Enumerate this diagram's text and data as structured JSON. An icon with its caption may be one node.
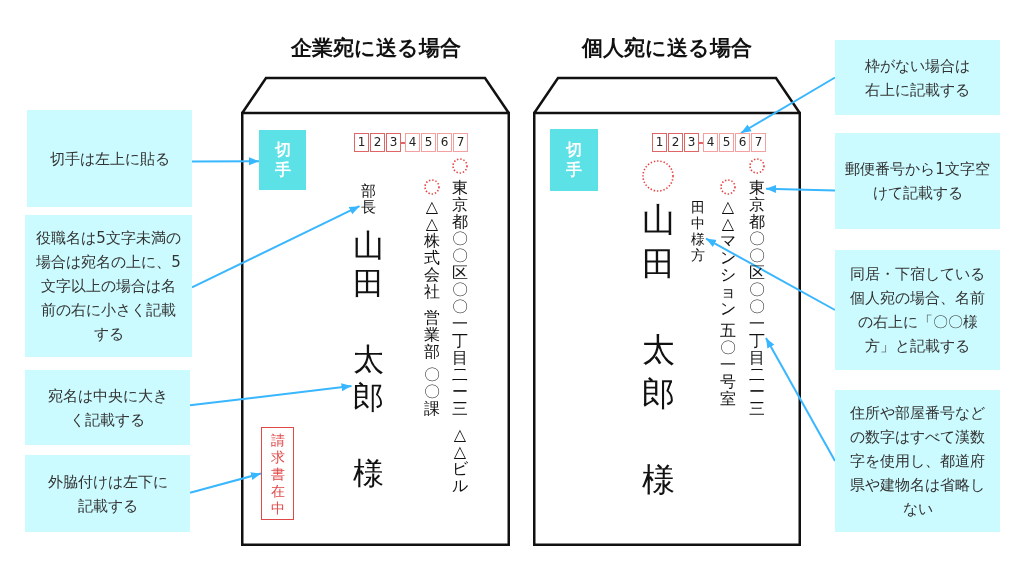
{
  "diagram": {
    "nodes": [
      {
        "text": [
          "切手は左上に貼る"
        ]
      },
      {
        "text": [
          "役職名は5文字未満の場合は宛名の上に、5文字以上の場合は名前の右に小さく記載する"
        ]
      },
      {
        "text": [
          "宛名は中央に大きく記載する"
        ]
      },
      {
        "text": [
          "外脇付けは左下に記載する"
        ]
      },
      {
        "text": [
          "企業宛に送る場合",
          "△△株式会社",
          "営業部",
          "〇〇課",
          "東京都〇〇区〇〇一丁目二ー三",
          "△△ビル"
        ]
      },
      {
        "text": [
          "切手"
        ],
        "in": 4
      },
      {
        "text": [
          "1"
        ],
        "in": 4
      },
      {
        "text": [
          "2"
        ],
        "in": 4
      },
      {
        "text": [
          "3"
        ],
        "in": 4
      },
      {
        "text": [
          "4"
        ],
        "in": 4
      },
      {
        "text": [
          "5"
        ],
        "in": 4
      },
      {
        "text": [
          "6"
        ],
        "in": 4
      },
      {
        "text": [
          "7"
        ],
        "in": 4
      },
      {
        "text": [
          "部長"
        ],
        "in": 4
      },
      {
        "text": [
          "山田",
          "太郎",
          "様"
        ],
        "in": 4
      },
      {
        "text": [
          "請求書在中"
        ],
        "in": 4
      },
      {
        "text": [
          "個人宛に送る場合",
          "山田",
          "太郎",
          "様",
          "△△マンション",
          "五〇一号室"
        ]
      },
      {
        "text": [
          "切手"
        ],
        "in": 16
      },
      {
        "text": [
          "1"
        ],
        "in": 16
      },
      {
        "text": [
          "2"
        ],
        "in": 16
      },
      {
        "text": [
          "3"
        ],
        "in": 16
      },
      {
        "text": [
          "4"
        ],
        "in": 16
      },
      {
        "text": [
          "5"
        ],
        "in": 16
      },
      {
        "text": [
          "6"
        ],
        "in": 16
      },
      {
        "text": [
          "7"
        ],
        "in": 16
      },
      {
        "text": [
          "田中様方"
        ],
        "in": 16
      },
      {
        "text": [
          "東京都〇〇区〇〇一丁目二ー三"
        ],
        "in": 16
      },
      {
        "text": [
          "枠がない場合は右上に記載する"
        ]
      },
      {
        "text": [
          "郵便番号から1文字空けて記載する"
        ]
      },
      {
        "text": [
          "同居・下宿している個人宛の場合、名前の右上に「〇〇様方」と記載する"
        ]
      },
      {
        "text": [
          "住所や部屋番号などの数字はすべて漢数字を使用し、都道府県や建物名は省略しない"
        ]
      }
    ],
    "edges": [
      {
        "from": 0,
        "to": 5,
        "arrow": "to"
      },
      {
        "from": 1,
        "to": 13,
        "arrow": "to"
      },
      {
        "from": 2,
        "to": 14,
        "arrow": "to"
      },
      {
        "from": 3,
        "to": 15,
        "arrow": "to"
      },
      {
        "from": 27,
        "to": 23,
        "arrow": "to"
      },
      {
        "from": 28,
        "to": 26,
        "arrow": "to"
      },
      {
        "from": 29,
        "to": 25,
        "arrow": "to"
      },
      {
        "from": 30,
        "to": 26,
        "arrow": "to"
      }
    ]
  }
}
